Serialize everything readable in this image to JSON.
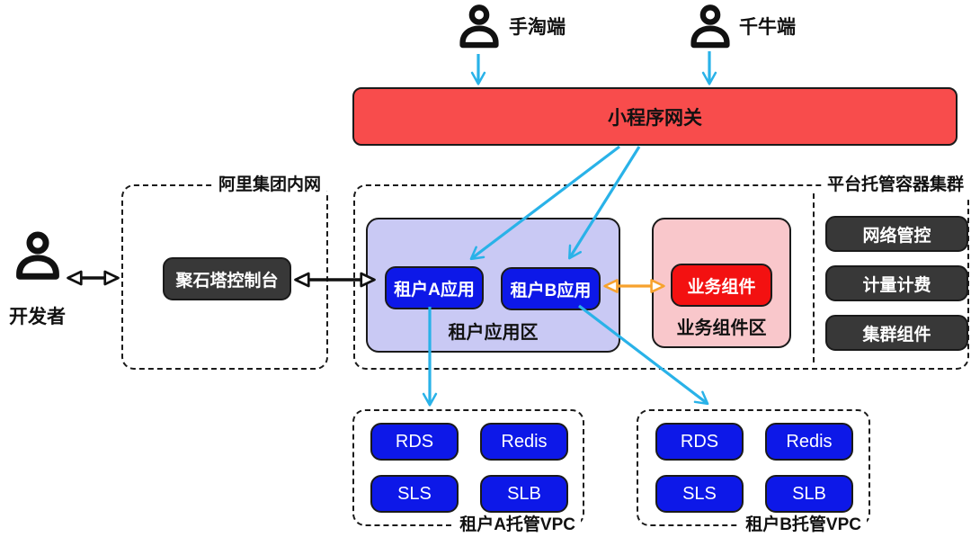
{
  "diagram": {
    "actors": {
      "shoutao": {
        "label": "手淘端"
      },
      "qianniu": {
        "label": "千牛端"
      },
      "developer": {
        "label": "开发者"
      }
    },
    "gateway": {
      "label": "小程序网关"
    },
    "intranet": {
      "title": "阿里集团内网",
      "console": "聚石塔控制台"
    },
    "platform": {
      "title": "平台托管容器集群",
      "tenant_zone": {
        "title": "租户应用区",
        "apps": [
          "租户A应用",
          "租户B应用"
        ]
      },
      "biz_zone": {
        "title": "业务组件区",
        "component": "业务组件"
      },
      "cluster_services": [
        "网络管控",
        "计量计费",
        "集群组件"
      ]
    },
    "vpc_a": {
      "title": "租户A托管VPC",
      "services": [
        "RDS",
        "Redis",
        "SLS",
        "SLB"
      ]
    },
    "vpc_b": {
      "title": "租户B托管VPC",
      "services": [
        "RDS",
        "Redis",
        "SLS",
        "SLB"
      ]
    },
    "colors": {
      "cyan_arrow": "#29b2e8",
      "orange_arrow": "#f7a22d",
      "black_arrow": "#111111",
      "gateway_red": "#f84c4c",
      "component_red": "#f31111",
      "app_blue": "#0d18e8",
      "tenant_zone_bg": "#c9c9f4",
      "biz_zone_bg": "#f9c7cb",
      "dark_button_bg": "#383838"
    }
  }
}
